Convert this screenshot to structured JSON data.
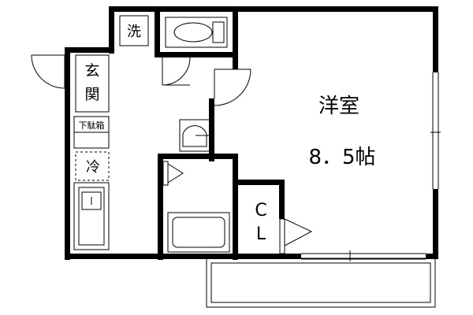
{
  "rooms": {
    "western_room": {
      "name": "洋室",
      "size": "8．5帖"
    },
    "entrance": "玄関",
    "shoe_box": "下駄箱",
    "fridge": "冷",
    "washer": "洗",
    "closet_top": "C",
    "closet_bottom": "L"
  }
}
